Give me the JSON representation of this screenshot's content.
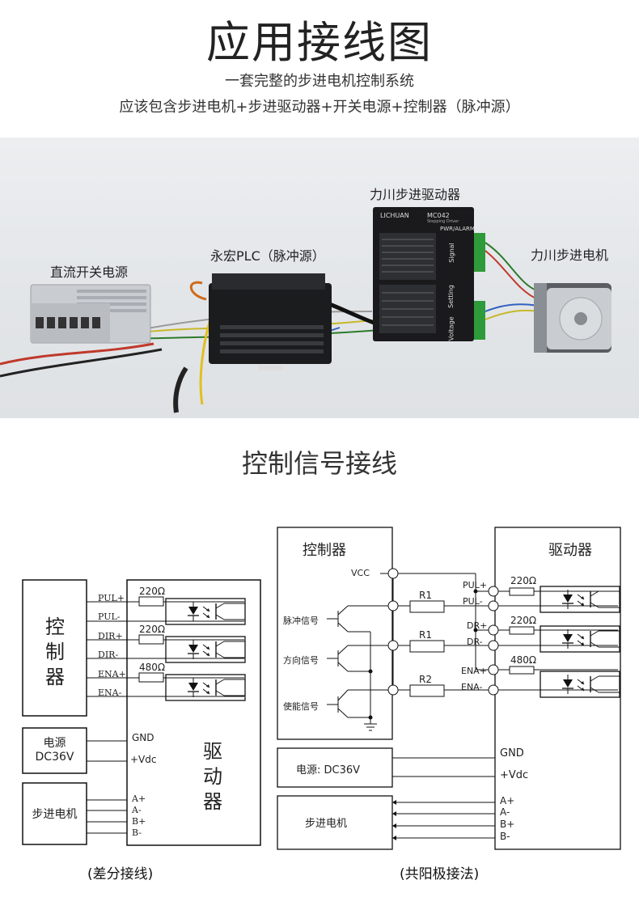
{
  "header": {
    "title": "应用接线图",
    "subtitle_1": "一套完整的步进电机控制系统",
    "subtitle_2": "应该包含步进电机+步进驱动器+开关电源+控制器（脉冲源）"
  },
  "photo": {
    "label_psu": "直流开关电源",
    "label_plc": "永宏PLC（脉冲源）",
    "label_driver": "力川步进驱动器",
    "label_motor": "力川步进电机",
    "driver_brand": "LICHUAN",
    "driver_model": "MC042",
    "driver_sub": "Stepping Driver",
    "driver_status": "PWR/ALARM",
    "driver_signal": "Signal",
    "driver_setting": "Setting",
    "driver_voltage": "Voltage"
  },
  "section": {
    "title": "控制信号接线"
  },
  "left_diagram": {
    "controller": "控制器",
    "driver": "驱动器",
    "power_line1": "电源",
    "power_line2": "DC36V",
    "motor": "步进电机",
    "signals": [
      "PUL+",
      "PUL-",
      "DIR+",
      "DIR-",
      "ENA+",
      "ENA-"
    ],
    "resistors": [
      "220Ω",
      "220Ω",
      "480Ω"
    ],
    "gnd": "GND",
    "vdc": "+Vdc",
    "motor_pins": [
      "A+",
      "A-",
      "B+",
      "B-"
    ],
    "caption": "(差分接线)"
  },
  "right_diagram": {
    "controller": "控制器",
    "driver": "驱动器",
    "vcc": "VCC",
    "signals_in": [
      "脉冲信号",
      "方向信号",
      "使能信号"
    ],
    "r_labels": [
      "R1",
      "R1",
      "R2"
    ],
    "pins": [
      "PUL+",
      "PUL-",
      "DR+",
      "DR-",
      "ENA+",
      "ENA-"
    ],
    "resistors": [
      "220Ω",
      "220Ω",
      "480Ω"
    ],
    "power": "电源: DC36V",
    "motor": "步进电机",
    "gnd": "GND",
    "vdc": "+Vdc",
    "motor_pins": [
      "A+",
      "A-",
      "B+",
      "B-"
    ],
    "caption": "(共阳极接法)"
  }
}
